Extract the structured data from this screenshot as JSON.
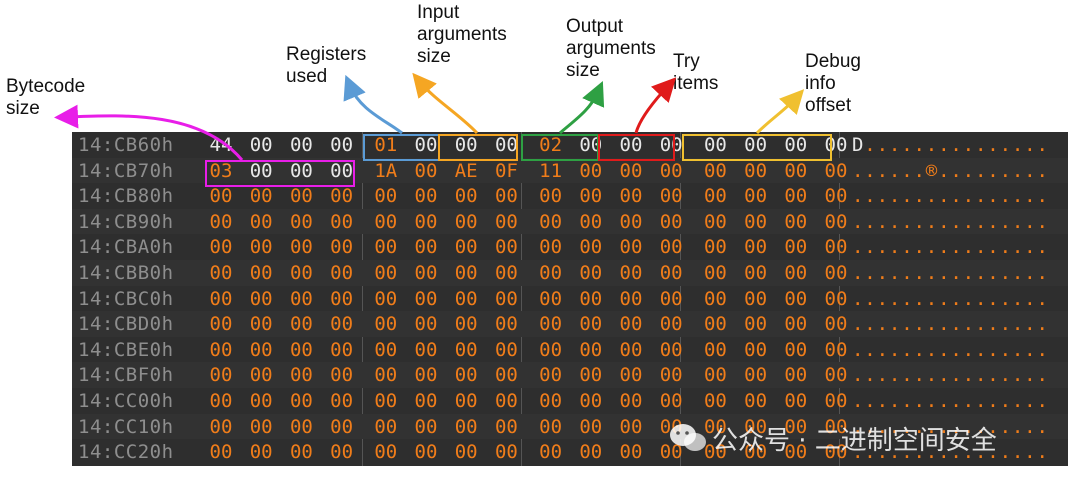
{
  "labels": {
    "bytecode_size": "Bytecode\nsize",
    "registers_used": "Registers\nused",
    "input_args": "Input\narguments\nsize",
    "output_args": "Output\narguments\nsize",
    "try_items": "Try\nitems",
    "debug_info": "Debug\ninfo\noffset"
  },
  "colors": {
    "bytecode_size": "#e81ee8",
    "registers_used": "#5b9bd5",
    "input_args": "#f5a623",
    "output_args": "#2ea043",
    "try_items": "#e01b1b",
    "debug_info": "#f0c030",
    "byte_orange": "#f07d1a",
    "byte_white": "#e8e8e8",
    "address_gray": "#8e8e8e"
  },
  "hex_rows": [
    {
      "address": "14:CB60h",
      "bytes": [
        "44",
        "00",
        "00",
        "00",
        "01",
        "00",
        "00",
        "00",
        "02",
        "00",
        "00",
        "00",
        "00",
        "00",
        "00",
        "00"
      ],
      "white": [
        0,
        1,
        2,
        3,
        5,
        6,
        7,
        9,
        10,
        11,
        12,
        13,
        14,
        15
      ],
      "ascii": "D..............."
    },
    {
      "address": "14:CB70h",
      "bytes": [
        "03",
        "00",
        "00",
        "00",
        "1A",
        "00",
        "AE",
        "0F",
        "11",
        "00",
        "00",
        "00",
        "00",
        "00",
        "00",
        "00"
      ],
      "white": [
        1,
        2,
        3
      ],
      "ascii": "......®........."
    },
    {
      "address": "14:CB80h",
      "bytes": [
        "00",
        "00",
        "00",
        "00",
        "00",
        "00",
        "00",
        "00",
        "00",
        "00",
        "00",
        "00",
        "00",
        "00",
        "00",
        "00"
      ],
      "white": [],
      "ascii": "................"
    },
    {
      "address": "14:CB90h",
      "bytes": [
        "00",
        "00",
        "00",
        "00",
        "00",
        "00",
        "00",
        "00",
        "00",
        "00",
        "00",
        "00",
        "00",
        "00",
        "00",
        "00"
      ],
      "white": [],
      "ascii": "................"
    },
    {
      "address": "14:CBA0h",
      "bytes": [
        "00",
        "00",
        "00",
        "00",
        "00",
        "00",
        "00",
        "00",
        "00",
        "00",
        "00",
        "00",
        "00",
        "00",
        "00",
        "00"
      ],
      "white": [],
      "ascii": "................"
    },
    {
      "address": "14:CBB0h",
      "bytes": [
        "00",
        "00",
        "00",
        "00",
        "00",
        "00",
        "00",
        "00",
        "00",
        "00",
        "00",
        "00",
        "00",
        "00",
        "00",
        "00"
      ],
      "white": [],
      "ascii": "................"
    },
    {
      "address": "14:CBC0h",
      "bytes": [
        "00",
        "00",
        "00",
        "00",
        "00",
        "00",
        "00",
        "00",
        "00",
        "00",
        "00",
        "00",
        "00",
        "00",
        "00",
        "00"
      ],
      "white": [],
      "ascii": "................"
    },
    {
      "address": "14:CBD0h",
      "bytes": [
        "00",
        "00",
        "00",
        "00",
        "00",
        "00",
        "00",
        "00",
        "00",
        "00",
        "00",
        "00",
        "00",
        "00",
        "00",
        "00"
      ],
      "white": [],
      "ascii": "................"
    },
    {
      "address": "14:CBE0h",
      "bytes": [
        "00",
        "00",
        "00",
        "00",
        "00",
        "00",
        "00",
        "00",
        "00",
        "00",
        "00",
        "00",
        "00",
        "00",
        "00",
        "00"
      ],
      "white": [],
      "ascii": "................"
    },
    {
      "address": "14:CBF0h",
      "bytes": [
        "00",
        "00",
        "00",
        "00",
        "00",
        "00",
        "00",
        "00",
        "00",
        "00",
        "00",
        "00",
        "00",
        "00",
        "00",
        "00"
      ],
      "white": [],
      "ascii": "................"
    },
    {
      "address": "14:CC00h",
      "bytes": [
        "00",
        "00",
        "00",
        "00",
        "00",
        "00",
        "00",
        "00",
        "00",
        "00",
        "00",
        "00",
        "00",
        "00",
        "00",
        "00"
      ],
      "white": [],
      "ascii": "................"
    },
    {
      "address": "14:CC10h",
      "bytes": [
        "00",
        "00",
        "00",
        "00",
        "00",
        "00",
        "00",
        "00",
        "00",
        "00",
        "00",
        "00",
        "00",
        "00",
        "00",
        "00"
      ],
      "white": [],
      "ascii": "................"
    },
    {
      "address": "14:CC20h",
      "bytes": [
        "00",
        "00",
        "00",
        "00",
        "00",
        "00",
        "00",
        "00",
        "00",
        "00",
        "00",
        "00",
        "00",
        "00",
        "00",
        "00"
      ],
      "white": [],
      "ascii": "................"
    }
  ],
  "watermark": {
    "text": "公众号 · 二进制空间安全",
    "icon": "wechat-icon"
  }
}
